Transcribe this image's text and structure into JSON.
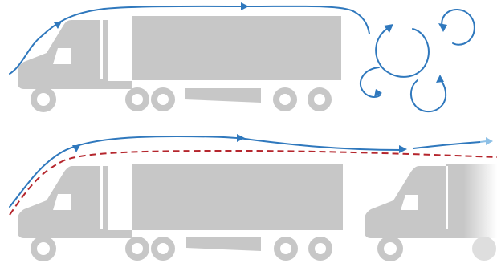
{
  "colors": {
    "background": "#ffffff",
    "truck_gray": "#c7c7c7",
    "wheel_inner": "#ffffff",
    "airflow_blue": "#2f78bd",
    "airflow_light_blue": "#8dc0e6",
    "drafting_red": "#b5262d"
  },
  "scenes": [
    {
      "name": "single-truck-turbulent-wake",
      "truck_count": 1,
      "wake": "turbulent-vortices"
    },
    {
      "name": "platooning-trucks-drafting",
      "truck_count": 2,
      "wake": "smooth-drafting"
    }
  ],
  "icons": [
    "airflow-arrow",
    "vortex-arrow"
  ]
}
